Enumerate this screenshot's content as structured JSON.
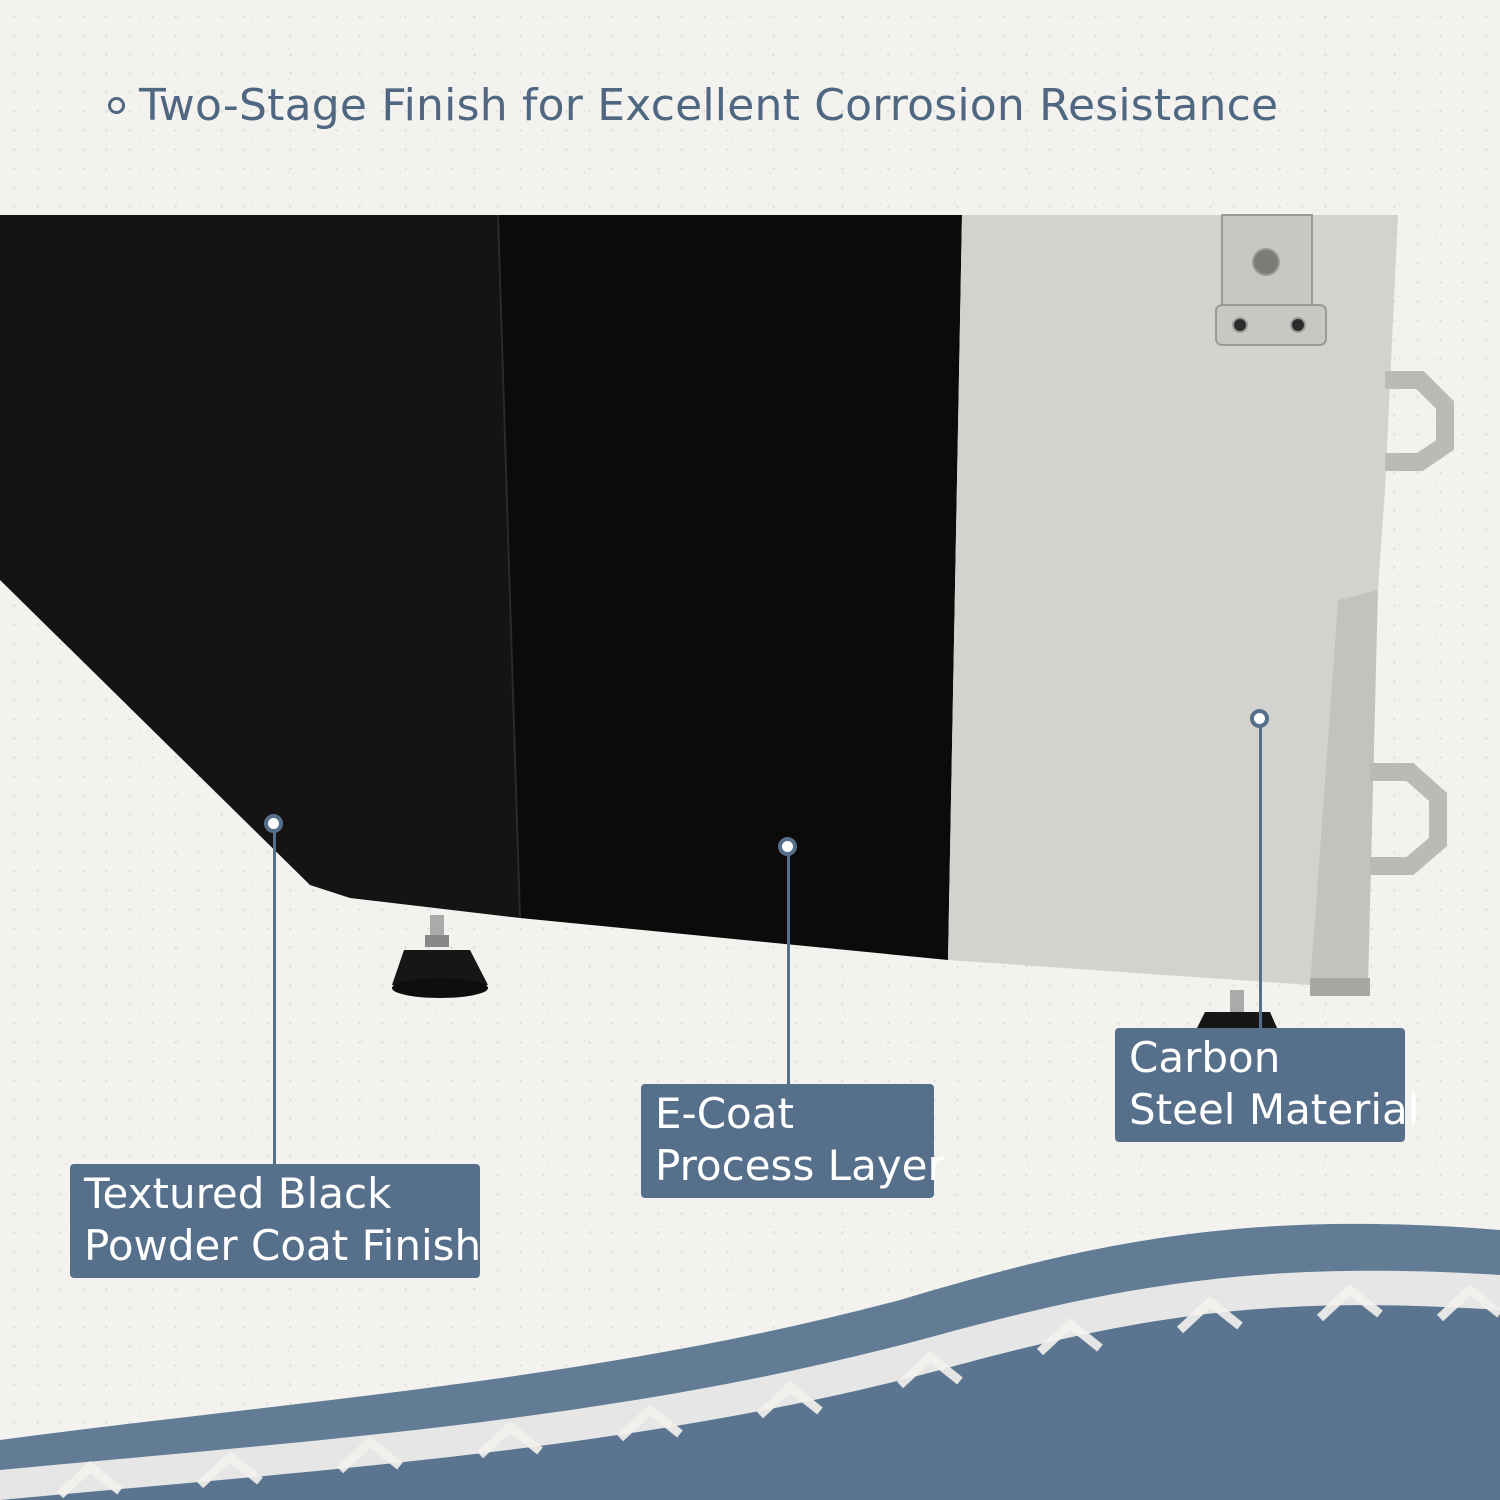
{
  "headline": "Two-Stage Finish for Excellent Corrosion Resistance",
  "callouts": {
    "powder_coat": {
      "line1": "Textured Black",
      "line2": "Powder Coat Finish"
    },
    "ecoat": {
      "line1": "E-Coat",
      "line2": "Process Layer"
    },
    "carbon_steel": {
      "line1": "Carbon",
      "line2": "Steel Material"
    }
  },
  "colors": {
    "accent": "#566f8a",
    "headline_text": "#4f6781",
    "background": "#f4f2ee",
    "panel_black": "#141414",
    "panel_ecoat": "#0d0d0d",
    "panel_steel": "#d4d2cf"
  }
}
